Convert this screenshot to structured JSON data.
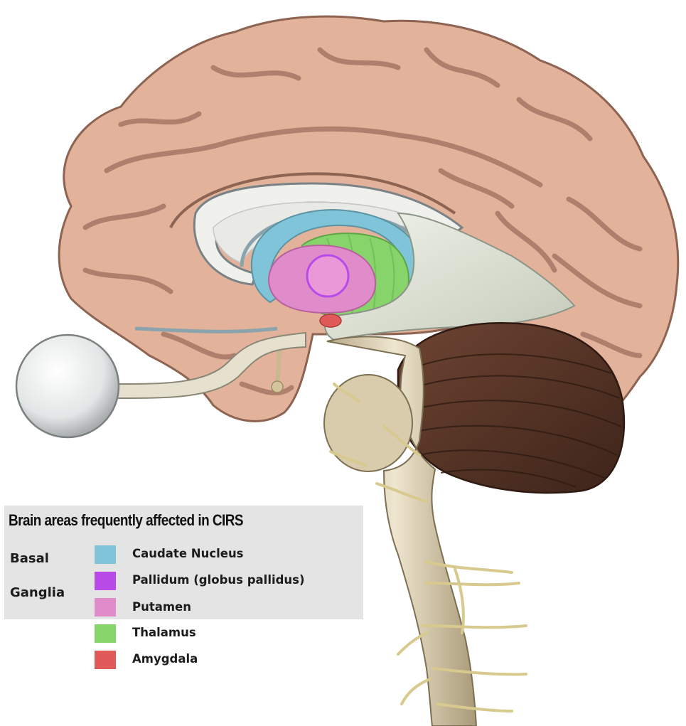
{
  "legend": {
    "title": "Brain areas frequently affected in CIRS",
    "group_label_line1": "Basal",
    "group_label_line2": "Ganglia",
    "items": [
      {
        "label": "Caudate Nucleus",
        "color": "#7fc4d8"
      },
      {
        "label": "Pallidum (globus pallidus)",
        "color": "#b84be8"
      },
      {
        "label": "Putamen",
        "color": "#e08ccb"
      },
      {
        "label": "Thalamus",
        "color": "#86d46a"
      },
      {
        "label": "Amygdala",
        "color": "#e05a5a"
      }
    ]
  },
  "colors": {
    "cortex": "#e2b29a",
    "cortex_shadow": "#a97a66",
    "cerebellum": "#5a3526",
    "brainstem": "#d9cdb0",
    "corpus_callosum": "#f0f0ec",
    "nerve": "#d8c98e",
    "legend_bg": "#e4e4e4"
  }
}
